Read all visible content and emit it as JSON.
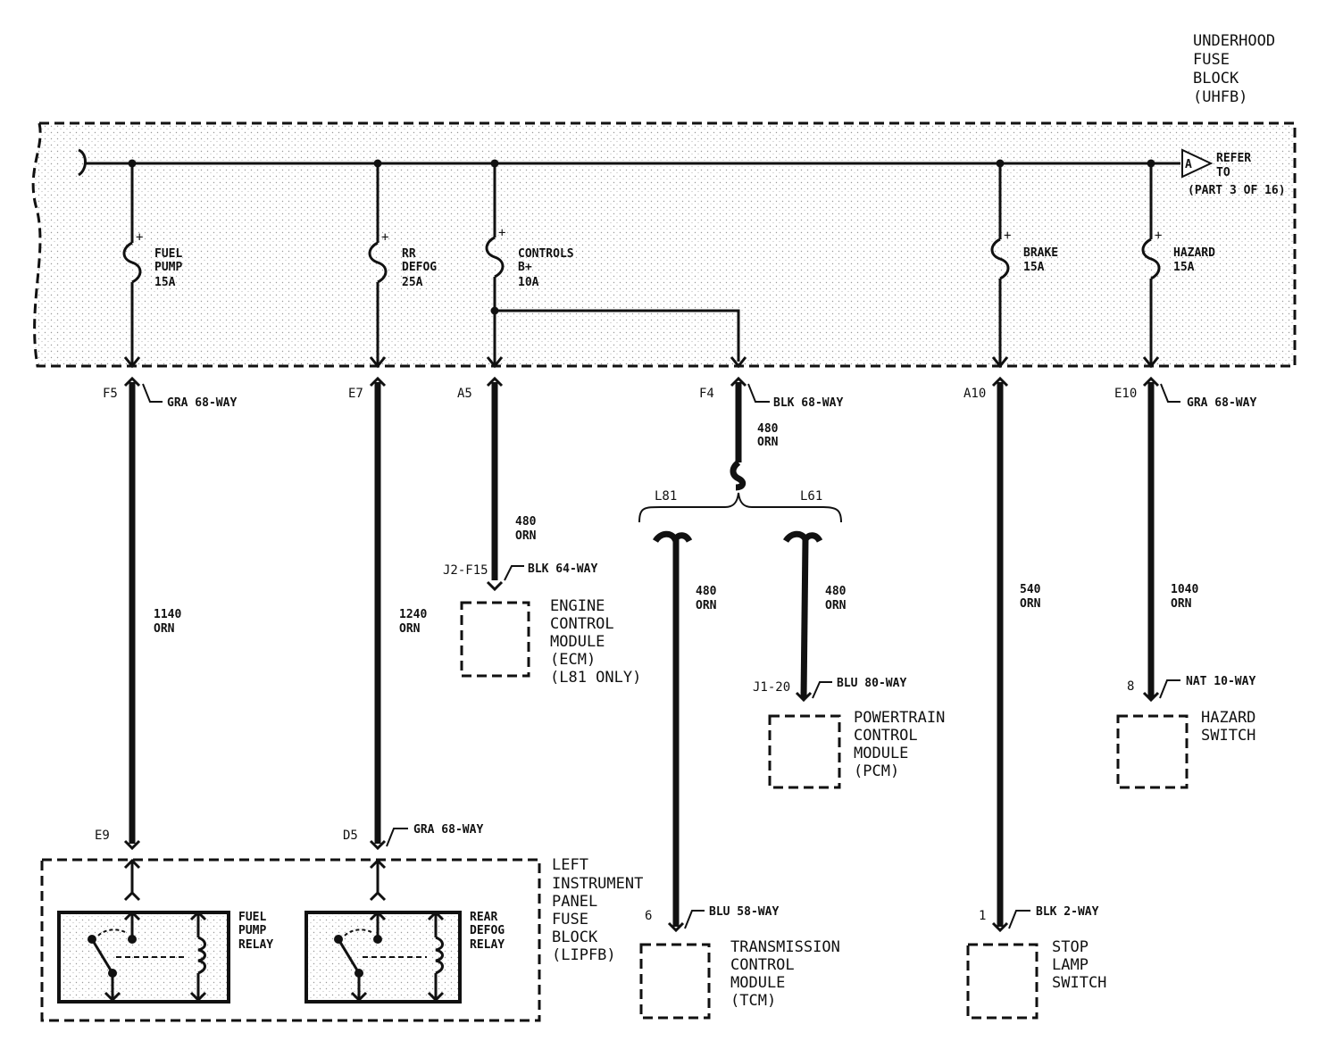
{
  "uhfb": {
    "line1": "UNDERHOOD",
    "line2": "FUSE",
    "line3": "BLOCK",
    "line4": "(UHFB)"
  },
  "refer": {
    "badge": "A",
    "line1": "REFER",
    "line2": "TO",
    "line3": "(PART 3 OF 16)"
  },
  "fuses": {
    "fuel_pump": {
      "l1": "FUEL",
      "l2": "PUMP",
      "l3": "15A"
    },
    "rr_defog": {
      "l1": "RR",
      "l2": "DEFOG",
      "l3": "25A"
    },
    "controls": {
      "l1": "CONTROLS",
      "l2": "B+",
      "l3": "10A"
    },
    "brake": {
      "l1": "BRAKE",
      "l2": "15A"
    },
    "hazard": {
      "l1": "HAZARD",
      "l2": "15A"
    }
  },
  "fuse_polarity": "+",
  "pins": {
    "f5": "F5",
    "e7": "E7",
    "a5": "A5",
    "f4": "F4",
    "a10": "A10",
    "e10": "E10",
    "e9": "E9",
    "d5": "D5",
    "j2f15": "J2-F15",
    "j120": "J1-20",
    "pin6": "6",
    "pin8": "8",
    "pin1": "1"
  },
  "connectors": {
    "gra68_a": "GRA 68-WAY",
    "gra68_b": "GRA 68-WAY",
    "gra68_c": "GRA 68-WAY",
    "blk68": "BLK 68-WAY",
    "blk64": "BLK 64-WAY",
    "blu80": "BLU 80-WAY",
    "nat10": "NAT 10-WAY",
    "blu58": "BLU 58-WAY",
    "blk2": "BLK 2-WAY"
  },
  "wires": {
    "w1140": {
      "num": "1140",
      "color": "ORN"
    },
    "w1240": {
      "num": "1240",
      "color": "ORN"
    },
    "w480_ecm": {
      "num": "480",
      "color": "ORN"
    },
    "w480_f4": {
      "num": "480",
      "color": "ORN"
    },
    "w480_tcm": {
      "num": "480",
      "color": "ORN"
    },
    "w480_pcm": {
      "num": "480",
      "color": "ORN"
    },
    "w540": {
      "num": "540",
      "color": "ORN"
    },
    "w1040": {
      "num": "1040",
      "color": "ORN"
    }
  },
  "options": {
    "l81": "L81",
    "l61": "L61"
  },
  "components": {
    "ecm": {
      "l1": "ENGINE",
      "l2": "CONTROL",
      "l3": "MODULE",
      "l4": "(ECM)",
      "l5": "(L81 ONLY)"
    },
    "pcm": {
      "l1": "POWERTRAIN",
      "l2": "CONTROL",
      "l3": "MODULE",
      "l4": "(PCM)"
    },
    "hazard_switch": {
      "l1": "HAZARD",
      "l2": "SWITCH"
    },
    "tcm": {
      "l1": "TRANSMISSION",
      "l2": "CONTROL",
      "l3": "MODULE",
      "l4": "(TCM)"
    },
    "stop_lamp": {
      "l1": "STOP",
      "l2": "LAMP",
      "l3": "SWITCH"
    },
    "lipfb": {
      "l1": "LEFT",
      "l2": "INSTRUMENT",
      "l3": "PANEL",
      "l4": "FUSE",
      "l5": "BLOCK",
      "l6": "(LIPFB)"
    },
    "fuel_pump_relay": {
      "l1": "FUEL",
      "l2": "PUMP",
      "l3": "RELAY"
    },
    "rear_defog_relay": {
      "l1": "REAR",
      "l2": "DEFOG",
      "l3": "RELAY"
    }
  }
}
